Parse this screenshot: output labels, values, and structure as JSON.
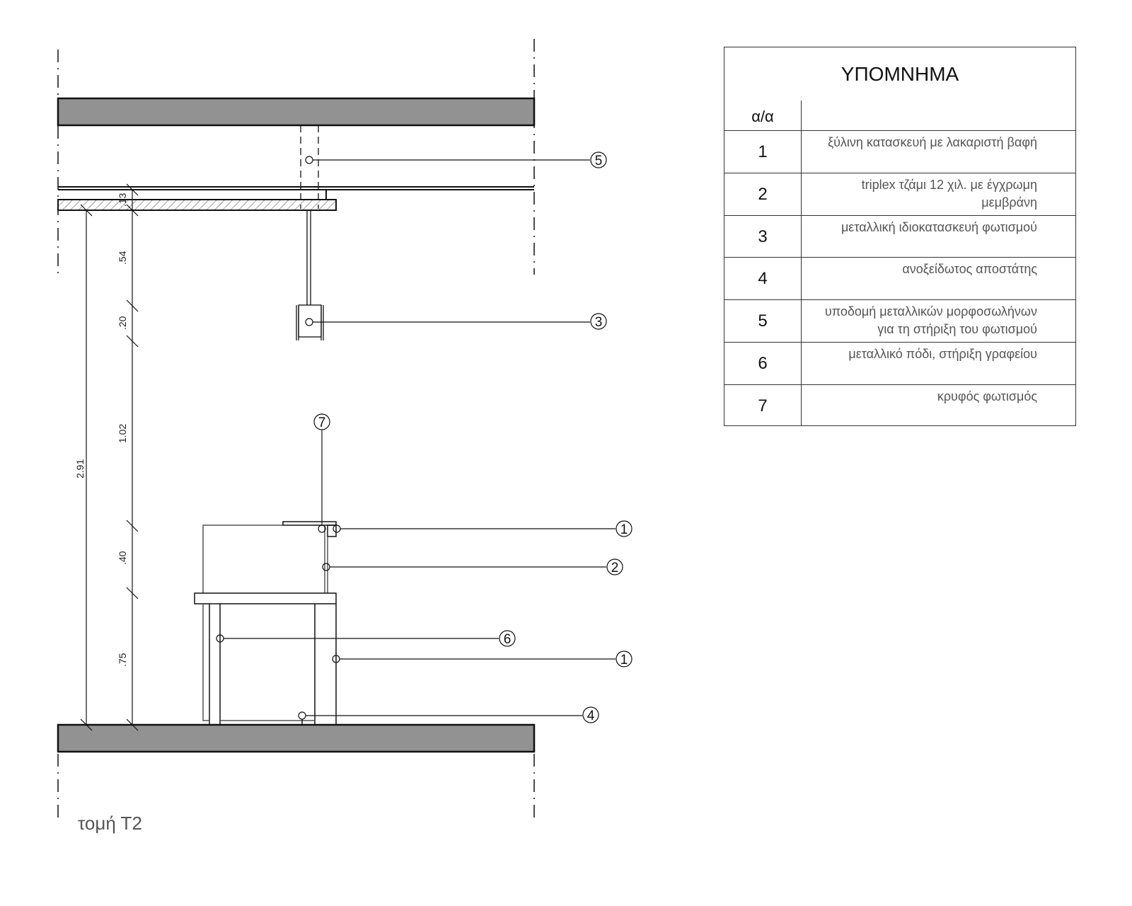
{
  "section_title": "τομή Τ2",
  "dimensions": {
    "total": "2.91",
    "segments": [
      ".13",
      ".54",
      ".20",
      "1.02",
      ".40",
      ".75"
    ]
  },
  "callouts": [
    "5",
    "3",
    "7",
    "1",
    "2",
    "6",
    "1",
    "4"
  ],
  "legend": {
    "title": "ΥΠΟΜΝΗΜΑ",
    "header": "α/α",
    "rows": [
      {
        "num": "1",
        "desc": "ξύλινη κατασκευή με λακαριστή βαφή"
      },
      {
        "num": "2",
        "desc": "triplex τζάμι 12 χιλ. με έγχρωμη μεμβράνη"
      },
      {
        "num": "3",
        "desc": "μεταλλική ιδιοκατασκευή φωτισμού"
      },
      {
        "num": "4",
        "desc": "ανοξείδωτος αποστάτης"
      },
      {
        "num": "5",
        "desc": "υποδομή μεταλλικών μορφοσωλήνων για τη στήριξη του φωτισμού"
      },
      {
        "num": "6",
        "desc": "μεταλλικό πόδι, στήριξη γραφείου"
      },
      {
        "num": "7",
        "desc": "κρυφός φωτισμός"
      }
    ]
  },
  "colors": {
    "slab": "#929292",
    "line": "#111111"
  }
}
